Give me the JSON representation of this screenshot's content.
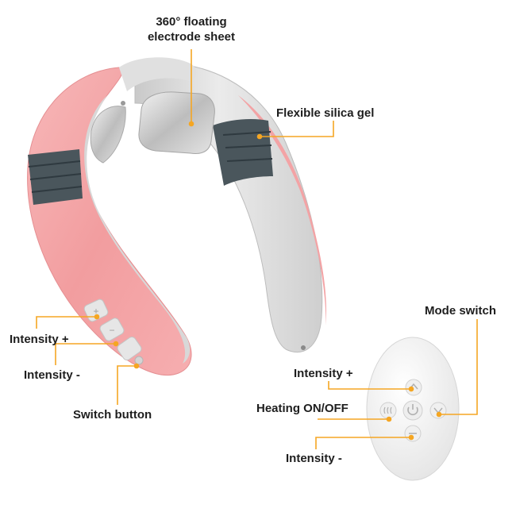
{
  "callouts": {
    "electrode_line1": "360° floating",
    "electrode_line2": "electrode sheet",
    "silica_gel": "Flexible silica gel",
    "device_intensity_plus": "Intensity +",
    "device_intensity_minus": "Intensity -",
    "device_switch": "Switch button",
    "mode_switch": "Mode switch",
    "remote_intensity_plus": "Intensity +",
    "remote_heating": "Heating ON/OFF",
    "remote_intensity_minus": "Intensity -"
  },
  "icons": {
    "remote_center": "power-icon",
    "remote_left": "heat-waves-icon",
    "remote_right": "mode-x-icon",
    "remote_top": "up-icon",
    "remote_bottom": "minus-icon",
    "device_top": "plus-icon",
    "device_middle": "minus-icon",
    "device_bottom": "power-icon"
  },
  "colors": {
    "accent_line": "#f5a623",
    "pink": "#f4a6a8",
    "grey_body": "#dcdcdc",
    "dark_bands": "#4a565c",
    "text": "#1e1e1e"
  }
}
